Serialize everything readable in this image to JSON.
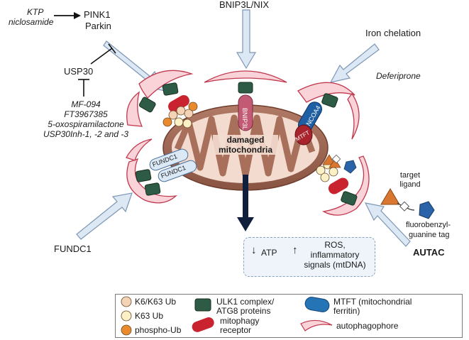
{
  "labels": {
    "ktp": "KTP",
    "niclosamide": "niclosamide",
    "pink1": "PINK1",
    "parkin": "Parkin",
    "bnip3l_nix": "BNIP3L/NIX",
    "iron_chelation": "Iron chelation",
    "deferiprone": "Deferiprone",
    "usp30": "USP30",
    "inhibitors": [
      "MF-094",
      "FT3967385",
      "5-oxospiramilactone",
      "USP30Inh-1, -2 and -3"
    ],
    "fundc1": "FUNDC1",
    "autac": "AUTAC",
    "target_ligand": [
      "target",
      "ligand"
    ],
    "fluoro_tag": [
      "fluorobenzyl-",
      "guanine tag"
    ],
    "damaged": [
      "damaged",
      "mitochondria"
    ],
    "bnip3l_receptor": "BNIP3L",
    "ncoa4": "NCOA4",
    "mtft": "MTFT",
    "fundc1_receptor": "FUNDC1"
  },
  "output": {
    "arrow_down": "↓",
    "atp": "ATP",
    "arrow_up": "↑",
    "ros": [
      "ROS,",
      "inflammatory",
      "signals (mtDNA)"
    ]
  },
  "legend": {
    "k6k63": "K6/K63 Ub",
    "k63": "K63 Ub",
    "phospho": "phospho-Ub",
    "ulk1": [
      "ULK1 complex/",
      "ATG8 proteins"
    ],
    "receptor": [
      "mitophagy",
      "receptor"
    ],
    "mtft": [
      "MTFT (mitochondrial",
      "ferritin)"
    ],
    "autophagophore": "autophagophore"
  },
  "colors": {
    "phagophore": "#f9d3d8",
    "phagophore_stroke": "#c0394f",
    "ulk1": "#2e5b45",
    "receptor": "#c8232f",
    "mito_outer": "#9b6552",
    "mito_inner": "#f3dccf",
    "k6k63": "#f3d2b6",
    "k63": "#fbf0c6",
    "phospho": "#e98b2d",
    "mtft": "#2474b6",
    "ncoa4": "#1f5fa3",
    "bnip3l": "#c35a73",
    "mtft_red": "#a8232b",
    "block_arrow": "#dde8f5",
    "block_stroke": "#7d97b5",
    "triangle": "#d9762f",
    "pentagon": "#2a63a8",
    "down_arrow": "#0f1e3a"
  }
}
